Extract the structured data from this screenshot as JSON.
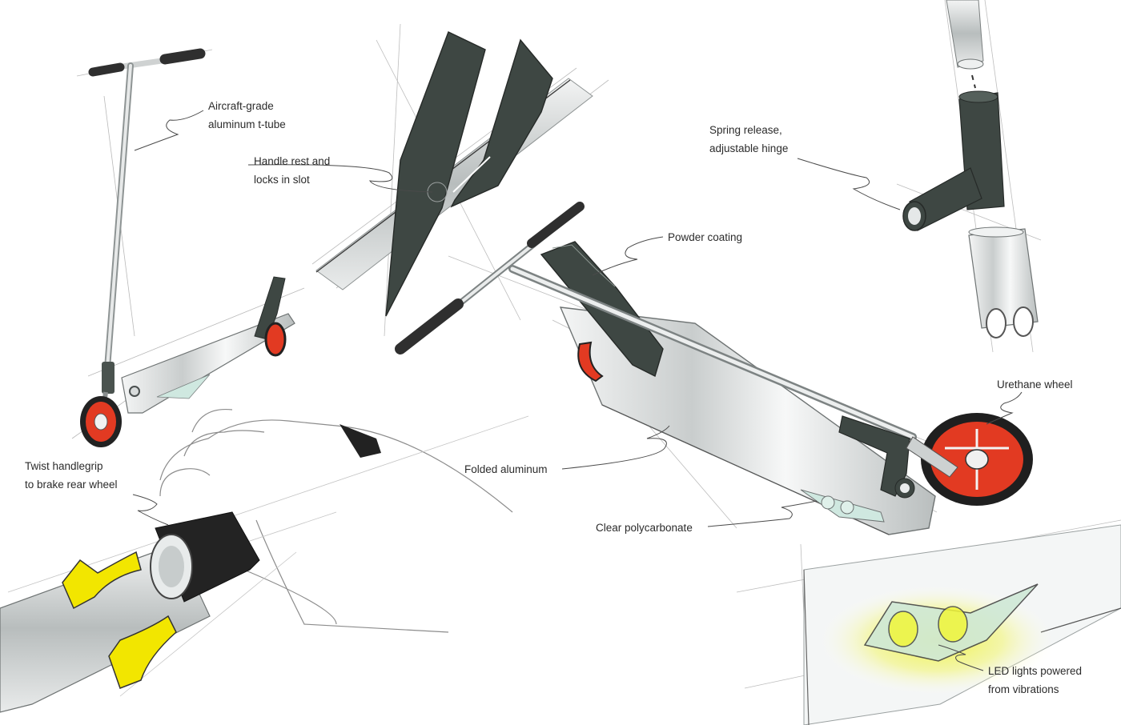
{
  "palette": {
    "ink": "#2b2b2b",
    "sketch": "#9a9a9a",
    "charcoal": "#3e4743",
    "wheel_red": "#e23a22",
    "aluminum": "#d9dcdc",
    "grip": "#2f2f2f",
    "arrow_yellow": "#f2e600",
    "led_glow": "#eef23a",
    "polycarbonate": "#cfe8e0"
  },
  "callouts": {
    "aircraft_tube": {
      "line1": "Aircraft-grade",
      "line2": "aluminum t-tube"
    },
    "handle_rest": {
      "line1": "Handle rest and",
      "line2": "locks in slot"
    },
    "spring_hinge": {
      "line1": "Spring release,",
      "line2": "adjustable hinge"
    },
    "powder_coating": {
      "line1": "Powder coating"
    },
    "urethane_wheel": {
      "line1": "Urethane wheel"
    },
    "twist_grip": {
      "line1": "Twist handlegrip",
      "line2": "to brake rear wheel"
    },
    "folded_aluminum": {
      "line1": "Folded aluminum"
    },
    "clear_polycarbonate": {
      "line1": "Clear polycarbonate"
    },
    "led_lights": {
      "line1": "LED lights powered",
      "line2": "from vibrations"
    }
  }
}
